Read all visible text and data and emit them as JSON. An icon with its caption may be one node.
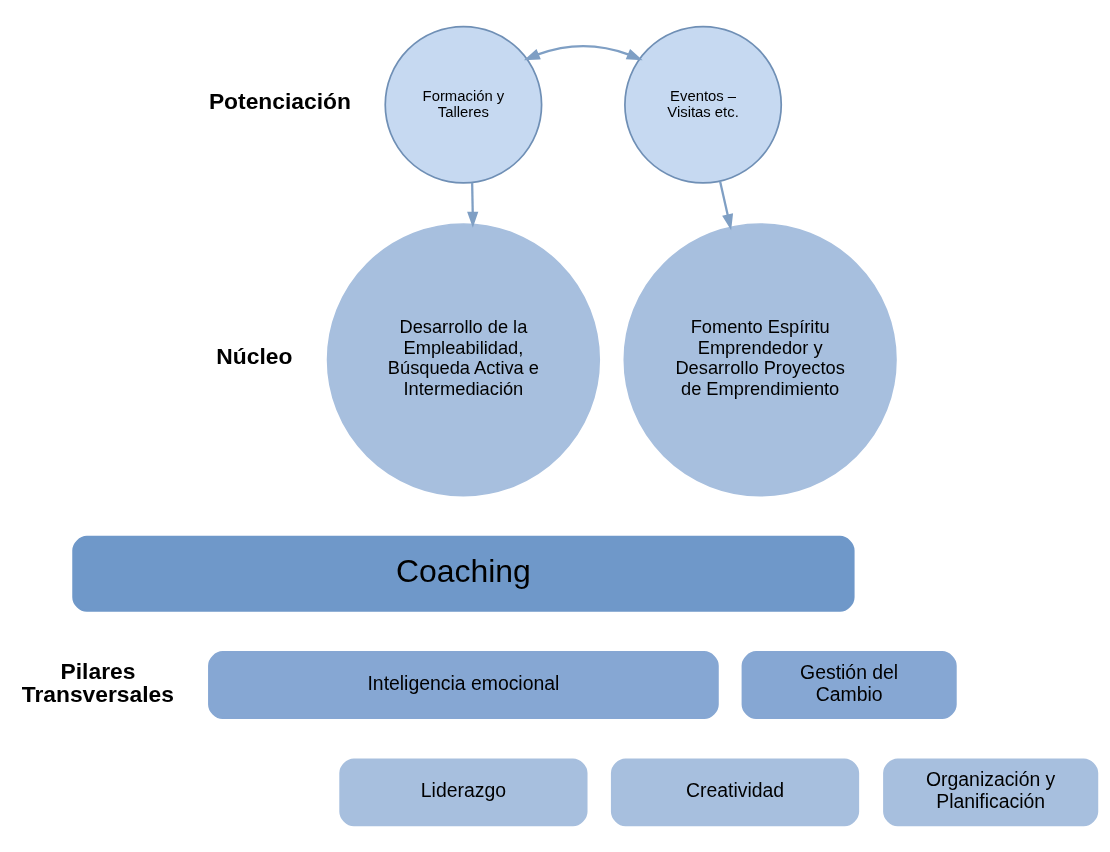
{
  "diagram": {
    "nodes": [
      {
        "text": [
          "Formación y Talleres"
        ]
      },
      {
        "text": [
          "Eventos – Visitas etc."
        ]
      },
      {
        "text": [
          "Desarrollo de la Empleabilidad, Búsqueda Activa e Intermediación"
        ]
      },
      {
        "text": [
          "Fomento Espíritu Emprendedor y Desarrollo Proyectos de Emprendimiento"
        ]
      },
      {
        "text": [
          "Coaching"
        ]
      },
      {
        "text": [
          "Inteligencia emocional"
        ]
      },
      {
        "text": [
          "Gestión del Cambio"
        ]
      },
      {
        "text": [
          "Liderazgo"
        ]
      },
      {
        "text": [
          "Creatividad"
        ]
      },
      {
        "text": [
          "Organización y Planificación"
        ]
      }
    ],
    "edges": [
      {
        "from": 0,
        "to": 1,
        "arrow": "both"
      },
      {
        "from": 0,
        "to": 2,
        "arrow": "to"
      },
      {
        "from": 1,
        "to": 3,
        "arrow": "to"
      }
    ],
    "labels": [
      "Potenciación",
      "Núcleo",
      "Pilares Transversales"
    ]
  }
}
